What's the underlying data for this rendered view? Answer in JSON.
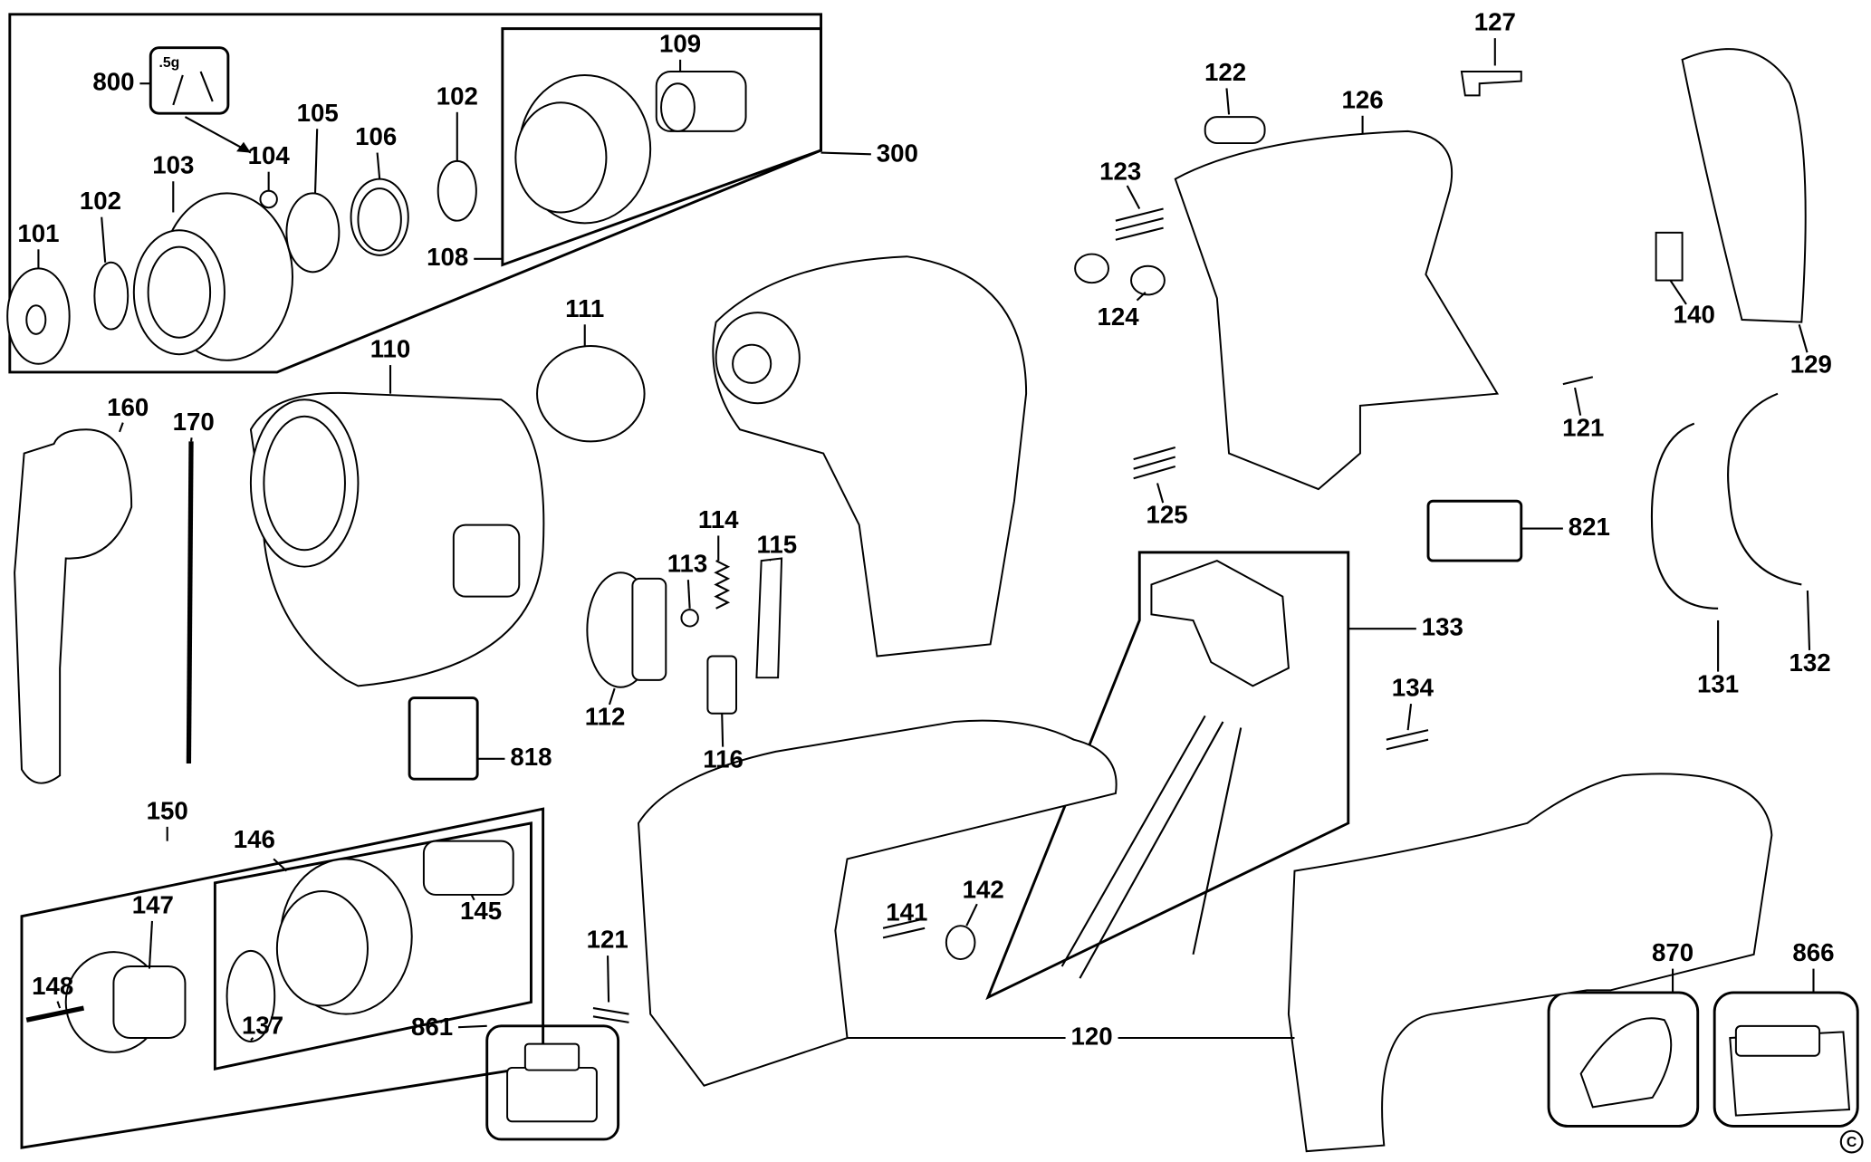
{
  "diagram": {
    "kit_note": ".5g",
    "copyright_symbol": "C",
    "part_numbers": [
      "800",
      "109",
      "300",
      "108",
      "102",
      "106",
      "105",
      "104",
      "103",
      "102",
      "101",
      "127",
      "122",
      "126",
      "123",
      "124",
      "125",
      "140",
      "129",
      "121",
      "821",
      "133",
      "134",
      "131",
      "132",
      "111",
      "110",
      "160",
      "170",
      "114",
      "115",
      "113",
      "112",
      "116",
      "818",
      "150",
      "146",
      "147",
      "145",
      "148",
      "137",
      "121",
      "141",
      "142",
      "861",
      "120",
      "870",
      "866"
    ]
  }
}
